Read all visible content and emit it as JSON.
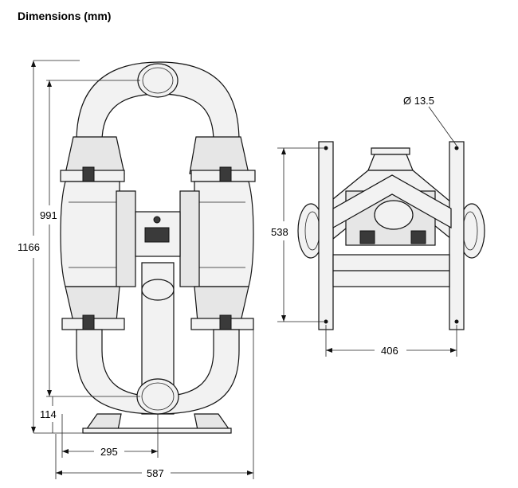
{
  "heading": "Dimensions (mm)",
  "dimensions": {
    "overall_height": "1166",
    "port_height": "991",
    "outlet_height": "114",
    "center_width": "295",
    "overall_width": "587",
    "frame_height": "538",
    "frame_width": "406",
    "hole_diameter": "Ø 13.5"
  }
}
